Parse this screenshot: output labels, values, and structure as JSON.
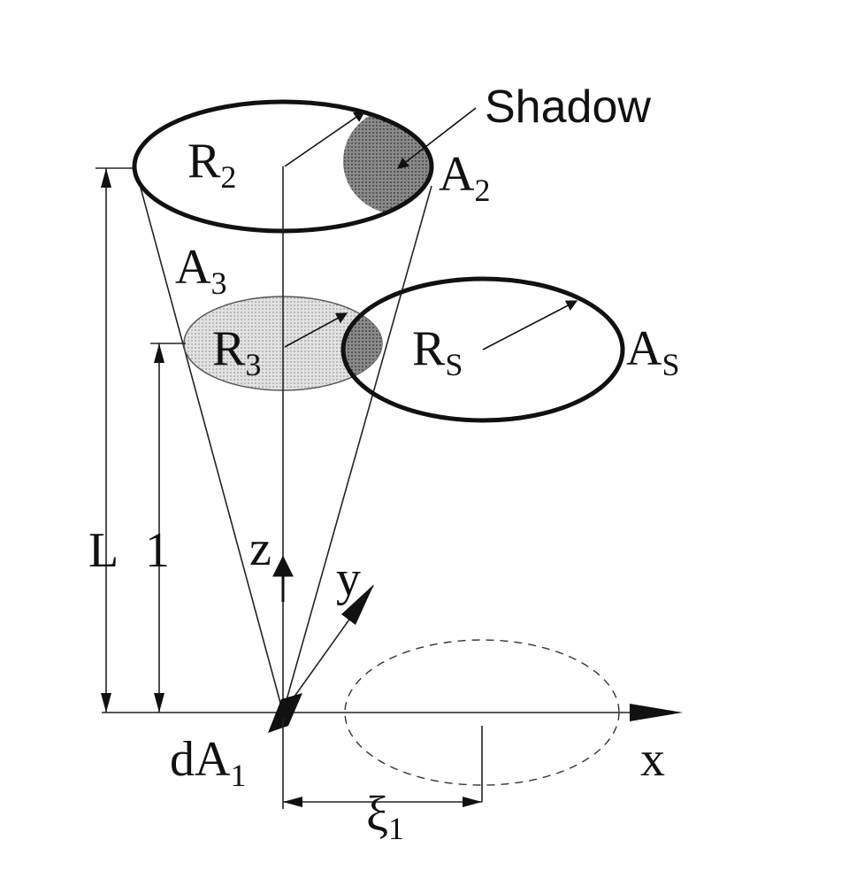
{
  "labels": {
    "shadow": "Shadow",
    "r2_main": "R",
    "r2_sub": "2",
    "a2_main": "A",
    "a2_sub": "2",
    "a3_main": "A",
    "a3_sub": "3",
    "r3_main": "R",
    "r3_sub": "3",
    "rs_main": "R",
    "rs_sub": "S",
    "as_main": "A",
    "as_sub": "S",
    "l": "L",
    "one": "1",
    "z": "z",
    "y": "y",
    "x": "x",
    "da1_main": "dA",
    "da1_sub": "1",
    "xi_main": "ξ",
    "xi_sub": "1"
  },
  "colors": {
    "ink": "#111111",
    "shadow_fill": "#7a7a7a",
    "disk_fill": "#d6d6d6",
    "overlap_fill": "#8a8a8a"
  }
}
